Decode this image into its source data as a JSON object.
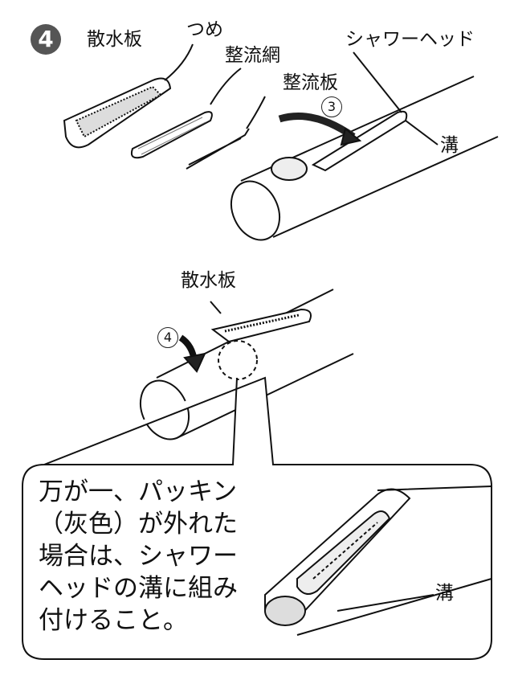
{
  "step_number": "4",
  "top_figure": {
    "labels": {
      "spray_plate": "散水板",
      "claw": "つめ",
      "flow_mesh": "整流網",
      "flow_plate": "整流板",
      "shower_head": "シャワーヘッド",
      "groove": "溝"
    },
    "substep": "3"
  },
  "middle_figure": {
    "labels": {
      "spray_plate": "散水板"
    },
    "substep": "4"
  },
  "callout": {
    "lines": [
      "万が一、パッキン",
      "（灰色）が外れた",
      "場合は、シャワー",
      "ヘッドの溝に組み",
      "付けること。"
    ],
    "groove_label": "溝"
  }
}
